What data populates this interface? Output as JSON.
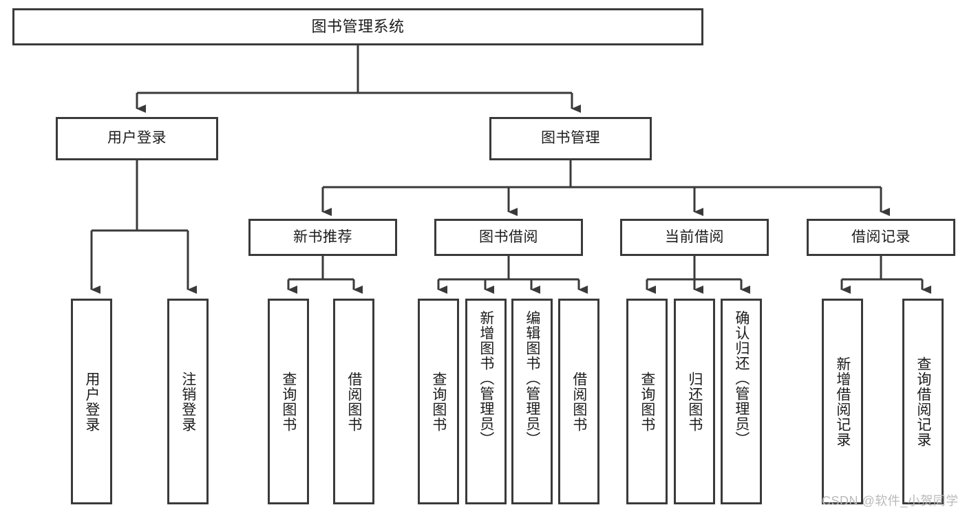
{
  "diagram": {
    "title_label": "图书管理系统",
    "watermark": "CSDN @软件_小贺同学",
    "colors": {
      "stroke": "#3a3a3a",
      "text": "#1c1c1c",
      "background": "#ffffff",
      "watermark": "#b9b9b9"
    },
    "root": {
      "label": "图书管理系统"
    },
    "level1": [
      {
        "label": "用户登录"
      },
      {
        "label": "图书管理"
      }
    ],
    "level2": [
      {
        "label": "新书推荐"
      },
      {
        "label": "图书借阅"
      },
      {
        "label": "当前借阅"
      },
      {
        "label": "借阅记录"
      }
    ],
    "leaves": {
      "user_login": [
        {
          "label": "用户登录"
        },
        {
          "label": "注销登录"
        }
      ],
      "new_book_recommend": [
        {
          "label": "查询图书"
        },
        {
          "label": "借阅图书"
        }
      ],
      "book_borrow": [
        {
          "label": "查询图书"
        },
        {
          "label": "新增图书（管理员）"
        },
        {
          "label": "编辑图书（管理员）"
        },
        {
          "label": "借阅图书"
        }
      ],
      "current_borrow": [
        {
          "label": "查询图书"
        },
        {
          "label": "归还图书"
        },
        {
          "label": "确认归还（管理员）"
        }
      ],
      "borrow_record": [
        {
          "label": "新增借阅记录"
        },
        {
          "label": "查询借阅记录"
        }
      ]
    }
  }
}
